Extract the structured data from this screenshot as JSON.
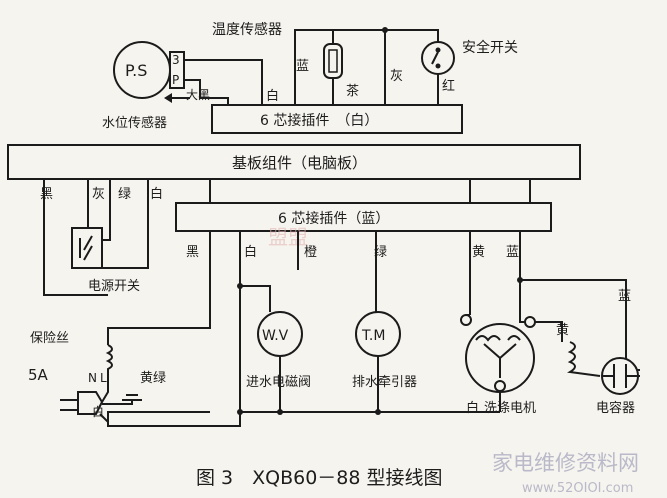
{
  "labels": {
    "temp_sensor": "温度传感器",
    "safety_switch": "安全开关",
    "pressure_sensor": "P.S",
    "ps_pin3": "3",
    "ps_pinP": "P",
    "big_black": "大黑",
    "water_level_sensor": "水位传感器",
    "top_white": "白",
    "top_blue": "蓝",
    "top_brown": "茶",
    "top_gray": "灰",
    "top_red": "红",
    "connector_white": "6 芯接插件　（白）",
    "board": "基板组件（电脑板）",
    "mid_black": "黑",
    "mid_gray": "灰",
    "mid_green": "绿",
    "mid_white": "白",
    "connector_blue": "6 芯接插件（蓝）",
    "power_switch": "电源开关",
    "lower_black": "黑",
    "lower_white": "白",
    "lower_orange": "橙",
    "lower_green": "绿",
    "lower_yellow": "黄",
    "lower_blue": "蓝",
    "right_blue": "蓝",
    "right_yellow": "黄",
    "fuse": "保险丝",
    "fuse_rating": "5A",
    "plug_n": "N",
    "plug_l": "L",
    "yellow_green": "黄绿",
    "bottom_white": "白",
    "valve_symbol": "W.V",
    "valve_name": "进水电磁阀",
    "pump_symbol": "T.M",
    "pump_name": "排水牵引器",
    "motor_white": "白",
    "motor_name": "洗涤电机",
    "capacitor_name": "电容器",
    "caption": "图 3　XQB60－88 型接线图",
    "watermark_cn": "家电维修资料网",
    "watermark_url": "www.52OIOI.com"
  }
}
